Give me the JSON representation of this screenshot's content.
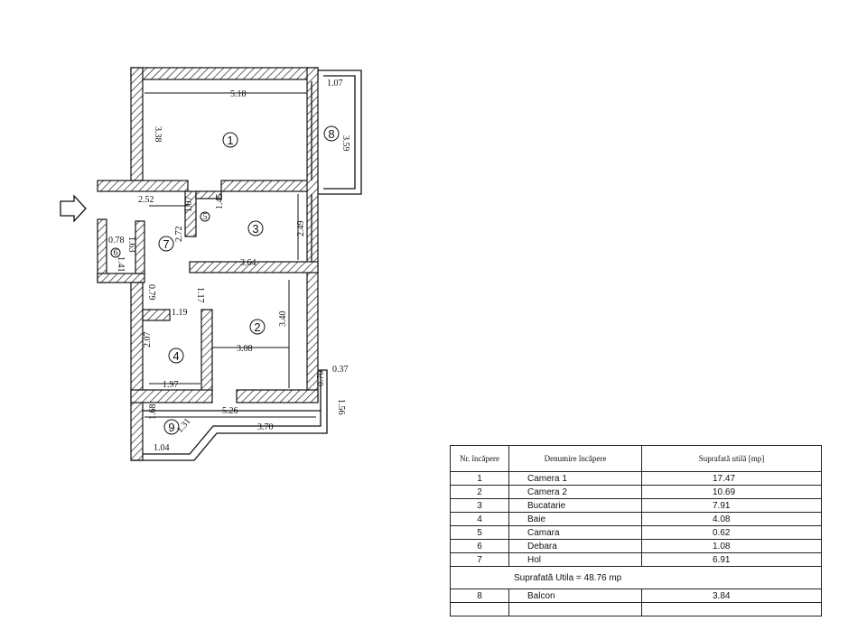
{
  "plan": {
    "rooms": [
      "1",
      "2",
      "3",
      "4",
      "5",
      "6",
      "7",
      "8",
      "9"
    ],
    "dimensions": {
      "r1_width": "5.18",
      "balc8_width": "1.07",
      "r1_height": "3.38",
      "balc8_height": "3.59",
      "hall_width": "2.52",
      "pantry_height": "1.07",
      "kitchen_small": "1.45",
      "hall_height": "2.72",
      "kitchen_height": "2.49",
      "closet_area": "0.78",
      "closet_height": "1.63",
      "closet_width": "1.41",
      "kitchen_width": "3.64",
      "hall_lower": "0.79",
      "hall_door": "1.17",
      "bath_door": "1.19",
      "r2_height": "3.40",
      "r2_width": "3.08",
      "bath_height": "2.07",
      "bath_width": "1.97",
      "balc_ext": "0.37",
      "balc_ext2": "0.70",
      "balc_side": "1.56",
      "balc9_width": "5.26",
      "balc9_inner": "3.70",
      "balc9_height": "1.68",
      "balc9_left": "1.04",
      "balc9_diag": "1.31"
    }
  },
  "table": {
    "headers": {
      "nr": "Nr. încăpere",
      "name": "Denumire încăpere",
      "area": "Suprafată utilă [mp]"
    },
    "rows": [
      {
        "nr": "1",
        "name": "Camera 1",
        "area": "17.47"
      },
      {
        "nr": "2",
        "name": "Camera 2",
        "area": "10.69"
      },
      {
        "nr": "3",
        "name": "Bucatarie",
        "area": "7.91"
      },
      {
        "nr": "4",
        "name": "Baie",
        "area": "4.08"
      },
      {
        "nr": "5",
        "name": "Camara",
        "area": "0.62"
      },
      {
        "nr": "6",
        "name": "Debara",
        "area": "1.08"
      },
      {
        "nr": "7",
        "name": "Hol",
        "area": "6.91"
      }
    ],
    "summary": "Suprafată Utila = 48.76 mp",
    "rows_after": [
      {
        "nr": "8",
        "name": "Balcon",
        "area": "3.84"
      }
    ]
  }
}
